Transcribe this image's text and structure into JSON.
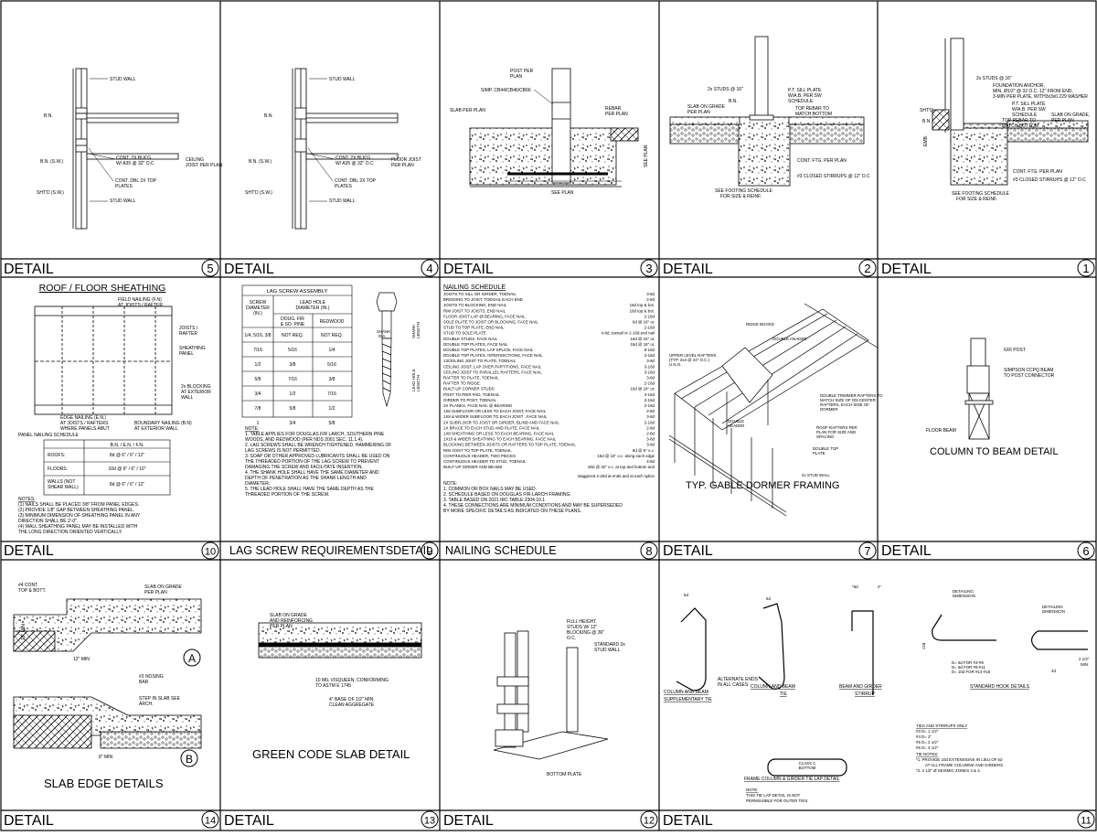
{
  "sheet": {
    "detail_word": "DETAIL",
    "cells": [
      {
        "num": "5",
        "bar": "DETAIL"
      },
      {
        "num": "4",
        "bar": "DETAIL"
      },
      {
        "num": "3",
        "bar": "DETAIL"
      },
      {
        "num": "2",
        "bar": "DETAIL"
      },
      {
        "num": "1",
        "bar": "DETAIL"
      },
      {
        "num": "10",
        "bar": "DETAIL"
      },
      {
        "num": "9",
        "bar": "LAG SCREW REQUIREMENTSDETAIL"
      },
      {
        "num": "8",
        "bar": "NAILING SCHEDULE"
      },
      {
        "num": "7",
        "bar": "DETAIL"
      },
      {
        "num": "6",
        "bar": "DETAIL"
      },
      {
        "num": "14",
        "bar": "DETAIL"
      },
      {
        "num": "13",
        "bar": "DETAIL"
      },
      {
        "num": "12",
        "bar": "DETAIL"
      },
      {
        "num": "11",
        "bar": "DETAIL"
      }
    ]
  },
  "d5": {
    "stud_wall_top": "STUD WALL",
    "bn": "B.N.",
    "bn_sw": "B.N. (S.W.)",
    "cont_blkg": "CONT. 2X BLK'G",
    "cont_blkg2": "W/ A35 @ 32\" O.C",
    "ceiling": "CEILING",
    "ceiling2": "JOIST PER PLAN",
    "dbl_top": "CONT. DBL 2X TOP",
    "dbl_top2": "PLATES",
    "shtd": "SHT'D (S.W.)",
    "stud_wall_bot": "STUD WALL"
  },
  "d4": {
    "stud_wall_top": "STUD WALL",
    "bn": "B.N.",
    "bn_sw": "B.N. (S.W.)",
    "cont_blkg": "CONT. 2X BLK'G",
    "cont_blkg2": "W/ A35 @ 32\" O.C",
    "floor": "FLOOR JOIST",
    "floor2": "PER PLAN",
    "dbl_top": "CONT. DBL 2X TOP",
    "dbl_top2": "PLATES",
    "shtd": "SHT'D (S.W.)",
    "stud_wall_bot": "STUD WALL"
  },
  "d3": {
    "post": "POST PER",
    "post2": "PLAN",
    "simp": "SIMP. CB44/CB46/CB66",
    "slab": "SLAB PER PLAN",
    "rebar": "REBAR",
    "rebar2": "PER PLAN",
    "see_plan": "SEE PLAN",
    "see_plan_v": "SEE PLAN"
  },
  "d2": {
    "studs": "2x STUDS @ 16\"",
    "bn": "B.N.",
    "sill": "P.T. SILL PLATE",
    "sill2": "W/A.B. PER SW",
    "sill3": "SCHEDULE",
    "slab": "SLAB ON GRADE",
    "slab2": "PER PLAN",
    "rebar": "TOP REBAR TO",
    "rebar2": "MATCH BOTTOM",
    "ftg": "CONT. FTG. PER PLAN",
    "stirrups": "#3 CLOSED STIRRUPS @ 12\" O.C",
    "see": "SEE FOOTING SCHEDULE",
    "see2": "FOR SIZE & REINF."
  },
  "d1": {
    "studs": "2x STUDS @ 16\"",
    "anchor": "FOUNDATION ANCHOR,",
    "anchor2": "MIN. Ø1/2\" @ 32 O.C. 12\" FROM END,",
    "anchor3": "3-MIN PER PLATE, WITH3x3x0.229 WASHER",
    "shtg": "SHT'G",
    "bn": "B.N.",
    "sill": "P.T. SILL PLATE",
    "sill2": "W/A.B. PER SW",
    "sill3": "SCHEDULE",
    "rebar": "TOP REBAR TO",
    "rebar2": "MATCH BOTTOM",
    "slab": "SLAB ON GRADE,",
    "slab2": "PER PLAN",
    "ftg": "CONT. FTG. PER PLAN",
    "stirrups": "#3 CLOSED STIRRUPS @ 12\" O.C",
    "see": "SEE FOOTING SCHEDULE",
    "see2": "FOR SIZE & REINF.",
    "vert": "EMB."
  },
  "d10": {
    "title": "ROOF / FLOOR SHEATHING",
    "field": "FIELD NAILING (F.N)",
    "field2": "AT JOISTS / RAFTER",
    "joists": "JOISTS /",
    "joists2": "RAFTER",
    "sheath": "SHEATHING",
    "sheath2": "PANEL",
    "blk": "2x BLOCKING",
    "blk2": "AT EXTERIOR",
    "blk3": "WALL",
    "edge": "EDGE NAILING (E.N.)",
    "edge2": "AT JOISTS / RAFTERS",
    "edge3": "WHERE PANELS ABUT",
    "bnd": "BOUNDARY NAILING (B.N)",
    "bnd2": "AT EXTERIOR WALL",
    "sched": "PANEL NAILING SCHEDULE",
    "table_head": "B.N. / E.N. / F.N.",
    "rows": [
      {
        "k": "ROOFS:",
        "v": "8d @ 6\" / 6\" / 12\""
      },
      {
        "k": "FLOORS:",
        "v": "10d @ 6\" / 6\" / 10\""
      },
      {
        "k": "WALLS (NOT",
        "k2": "SHEAR WALL)",
        "v": "8d @ 6\" / 6\" / 12\""
      }
    ],
    "notes_title": "NOTES:",
    "notes": [
      "(1)  NAILS SHALL BE PLACED 3/8\" FROM PANEL EDGES.",
      "(2)  PROVIDE 1/8\" GAP BETWEEN SHEATHING PANEL.",
      "(3)  MINIMUM DIMENSION OF SHEATHING PANEL IN ANY",
      "       DIRECTION SHALL BE 2'-0\".",
      "(4)  WALL SHEATHING PANEL MAY BE INSTALLED WITH",
      "       THE LONG DIRECTION ORIENTED VERTICALLY."
    ]
  },
  "d9": {
    "title": "LAG SCREW ASSEMBLY",
    "h1": "SCREW",
    "h1b": "DIAMETER",
    "h1c": "(IN.)",
    "h2": "LEAD HOLE",
    "h2b": "DIAMETER (IN.)",
    "h3": "DOUG. FIR",
    "h3b": "& SO. PINE",
    "h4": "REDWOOD",
    "rows": [
      [
        "1/4, 5/16, 3/8",
        "NOT REQ.",
        "NOT REQ."
      ],
      [
        "7/16",
        "5/16",
        "1/4"
      ],
      [
        "1/2",
        "3/8",
        "5/16"
      ],
      [
        "5/8",
        "7/16",
        "3/8"
      ],
      [
        "3/4",
        "1/2",
        "7/16"
      ],
      [
        "7/8",
        "5/8",
        "1/2"
      ],
      [
        "1",
        "3/4",
        "5/8"
      ]
    ],
    "shank": "SHANK",
    "shank2": "DIA.",
    "shank_len": "SHANK",
    "shank_len2": "LENGTH",
    "lead": "LEAD HOLE",
    "lead2": "LENGTH",
    "note_title": "NOTE:",
    "notes": [
      "1.  TABLE APPLIES FOR DOUGLAS FIR LARCH, SOUTHERN PINE",
      "     WOODS, AND REDWOOD (PER NDS 2001 SEC. 11.1.4).",
      "2.  LAG SCREWS SHALL BE WRENCH TIGHTENED. HAMMERING OF",
      "     LAG SCREWS IS NOT PERMITTED.",
      "3.  SOAP OR OTHER APPROVED LUBRICANTS SHALL BE USED ON",
      "     THE THREADED PORTION OF THE LAG SCREW TO PREVENT",
      "     DAMAGING THE SCREW AND FACILITATE INSERTION.",
      "4.  THE SHANK HOLE SHALL HAVE THE SAME DIAMETER AND",
      "     DEPTH OF PENETRATION AS THE SHANK LENGTH AND",
      "     DIAMETER.",
      "5.  THE LEAD HOLE SHALL HAVE THE SAME DEPTH AS THE",
      "     THREADED PORTION OF THE SCREW."
    ]
  },
  "d8": {
    "title": "NAILING SCHEDULE",
    "rows": [
      [
        "JOISTS TO SILL OR GIRDER, TOENAIL",
        "3-8d"
      ],
      [
        "BRIDGING TO JOIST, TOENAIL EACH END",
        "2-8d"
      ],
      [
        "JOISTS TO BLOCKING, END NAIL",
        "16d top & bot."
      ],
      [
        "RIM JOIST TO JOISTS, END NAIL",
        "16d top & bot."
      ],
      [
        "FLOOR JOIST LAP @ BEARING, FACE NAIL",
        "2-16d"
      ],
      [
        "SOLE PLATE TO JOIST OR BLOCKING, FACE NAIL",
        "6d @ 16\" oc"
      ],
      [
        "STUD TO TOP PLATE, END NAIL",
        "2-16d"
      ],
      [
        "STUD TO SOLE PLATE",
        "4-8d, toenail or 2-16d end nail"
      ],
      [
        "DOUBLE STUDS, FACE NAIL",
        "16d @ 24\" oc"
      ],
      [
        "DOUBLE TOP PLATES, FACE NAIL",
        "16d @ 16\" oc"
      ],
      [
        "DOUBLE TOP PLATES, LAP SPLICE, FACE NAIL",
        "8-16d"
      ],
      [
        "DOUBLE TOP PLATES, INTERSECTIONS, FACE NAIL",
        "2-16d"
      ],
      [
        "13CEILING JOIST TO PLATE, TOENAIL",
        "3-8d"
      ],
      [
        "CEILING JOIST, LAP OVER PARTITIONS, FACE NAIL",
        "3-16d"
      ],
      [
        "CEILING JOIST TO PARALLEL RAFTERS, FACE NAIL",
        "3-16d"
      ],
      [
        "RAFTER TO PLATE, TOENAIL",
        "3-8d"
      ],
      [
        "RAFTER TO RIDGE",
        "2-16d"
      ],
      [
        "BUILT-UP CORNER STUDS",
        "16d @ 24\" oc"
      ],
      [
        "POST TO PIER PAD, TOENAIL",
        "3-16d"
      ],
      [
        "GIRDER TO POST, TOENAIL",
        "3-16d"
      ],
      [
        "2X PLANKS, FACE NAIL @ BEARING",
        "2-16d"
      ],
      [
        "1X6 SUBFLOOR OR LESS TO EACH JOIST, FACE NAIL",
        "2-8d"
      ],
      [
        "1X8 & WIDER SUBFLOOR TO EACH JOIST , FACE NAIL",
        "3-8d"
      ],
      [
        "2X SUBFLOOR TO JOIST OR GIRDER, BLIND AND FACE NAIL",
        "2-16d"
      ],
      [
        "1X BRACE TO EACH STUD AND PLATE, FACE NAIL",
        "2-8d"
      ],
      [
        "1X8 SHEATHING OR LESS TO EACH BEARING, FACE NAIL",
        "2-8d"
      ],
      [
        "1X10 & WIDER SHEATHING TO EACH BEARING, FACE NAIL",
        "3-8d"
      ],
      [
        "BLOCKING BETWEEN JOISTS OR RAFTERS TO TOP PLATE, TOENAIL",
        "3-8d"
      ],
      [
        "RIM JOIST TO TOP PLATE, TOENAIL",
        "8d @ 6\" o.c."
      ],
      [
        "CONTINUOUS HEADER, TWO PIECES",
        "16d @ 16\" o.c. along each edge"
      ],
      [
        "CONTINUOUS HEADER TO STUD, TOENAIL",
        "4-8d"
      ],
      [
        "BUILT-UP GIRDER AND BEAMS",
        "20d @ 32\" o.c. at top and bottom and"
      ]
    ],
    "last": "staggered 2-20d at ends and at each splice",
    "note_title": "NOTE:",
    "notes": [
      "1.  COMMON OR BOX NAILS MAY BE USED.",
      "2.  SCHEDULE BASED ON DOUGLAS FIR-LARCH FRAMING.",
      "3.  TABLE BASED ON 2021 IRC TABLE 2304.10.1",
      "4.  THESE CONNECTIONS ARE MINIMUM CONDITIONS AND MAY BE SUPERSEDED",
      "     BY MORE SPECIFIC DETAILS AS INDICATED ON THESE PLANS."
    ]
  },
  "d7": {
    "title": "TYP. GABLE DORMER FRAMING",
    "ridge": "RIDGE BOARD",
    "dbl_header": "DOUBLE HEADER",
    "upper": "UPPER LEVEL RAFTERS",
    "upper2": "(TYP. 2x4 @ 24\" O.C.)",
    "upper3": "U.N.O.",
    "dbl_header2": "DOUBLE",
    "dbl_header3": "HEADER",
    "trim": "DOUBLE TRIMMER RAFTERS TO",
    "trim2": "MATCH SIZE OF ON-CENTER",
    "trim3": "RAFTERS, EACH SIDE OF",
    "trim4": "DORMER",
    "roof": "ROOF RAFTERS PER",
    "roof2": "PLAN FOR SIZE AND",
    "roof3": "SPACING",
    "dtop": "DOUBLE TOP",
    "dtop2": "PLATE",
    "stud": "2x STUD WALL"
  },
  "d6": {
    "title": "COLUMN TO BEAM DETAIL",
    "post": "6X6  POST",
    "simp": "SIMPSON CCPQ BEAM",
    "simp2": "TO POST CONNECTOR",
    "floor": "FLOOR BEAM"
  },
  "d14": {
    "title": "SLAB EDGE DETAILS",
    "cont": "#4 CONT.",
    "cont2": "TOP & BOTT.",
    "slab": "SLAB ON GRADE",
    "slab2": "PER PLAN",
    "min12v": "12\" MIN",
    "min12": "12\" MIN",
    "a": "A",
    "nosing": "#3 NOSING",
    "nosing2": "BAR",
    "step": "STEP IN SLAB SEE",
    "step2": "ARCH.",
    "min8": "8\" MIN",
    "b": "B"
  },
  "d13": {
    "title": "GREEN CODE SLAB DETAIL",
    "slab": "SLAB ON GRADE",
    "slab2": "AND REINFORCING",
    "slab3": "PER PLAN",
    "mil": "10 MIL VISQUEEN, CONFORMING",
    "mil2": "TO ASTM E 1745",
    "base": "4\" BASE  OF 1/2\" MIN.",
    "base2": "CLEAN AGGREGATE"
  },
  "d12": {
    "full": "FULL HEIGHT",
    "full2": "STUDS W/ 12\"",
    "full3": "BLOCKING @ 36\"",
    "full4": "O.C.",
    "std": "STANDARD 2x",
    "std2": "STUD WALL",
    "bottom": "BOTTOM PLATE"
  },
  "d11": {
    "col_sup": "COLUMN AND BEAM",
    "col_sup2": "SUPPLEMENTARY TIE",
    "alt": "ALTERNATE ENDS",
    "alt2": "IN ALL CASES",
    "col_tie": "COLUMN AND BEAM",
    "col_tie2": "TIE",
    "beam": "BEAM AND GIRDER",
    "beam2": "STIRRUP",
    "hook": "STANDARD HOOK DETAILS",
    "detailing": "DETAILING",
    "detailing2": "DIMENSION",
    "hooks_a": "D= 6d FOR #3-#8",
    "hooks_b": "D= 8d FOR #9-#11",
    "hooks_c": "D= 10d FOR #14-#18",
    "frame": "FRAME COLUMN & GIRDER TIE LAP DETAIL",
    "class": "CLASS C",
    "class2": "BOTTOM",
    "note": "NOTE:",
    "note2": "THIS TIE LAP DETAIL IS NOT",
    "note3": "PERMISSIBLE FOR OUTER TIES.",
    "tie_title": "TIES AND STIRRUPS ONLY",
    "ties": [
      "#3  D= 1 1/2\"",
      "#4  D= 2\"",
      "#5  D= 2 1/2\"",
      "#6  D= 4 1/2\""
    ],
    "tie_notes": "TIE NOTES:",
    "tn1": "*1.  PROVIDE 10d EXTENSIONS IN LIEU OF 6d",
    "tn1b": "AT ALL FRAME COLUMNS AND GIRDERS.",
    "tn2": "*2.  2 1/2\" Ø SEISMIC ZONES 3 & 4.",
    "d6": "6d",
    "d6b": "6d",
    "d6c": "*6d",
    "d4": "4\"",
    "d12": "12d",
    "d4d": "4d",
    "min": "2 1/2\"",
    "min2": "MIN."
  }
}
